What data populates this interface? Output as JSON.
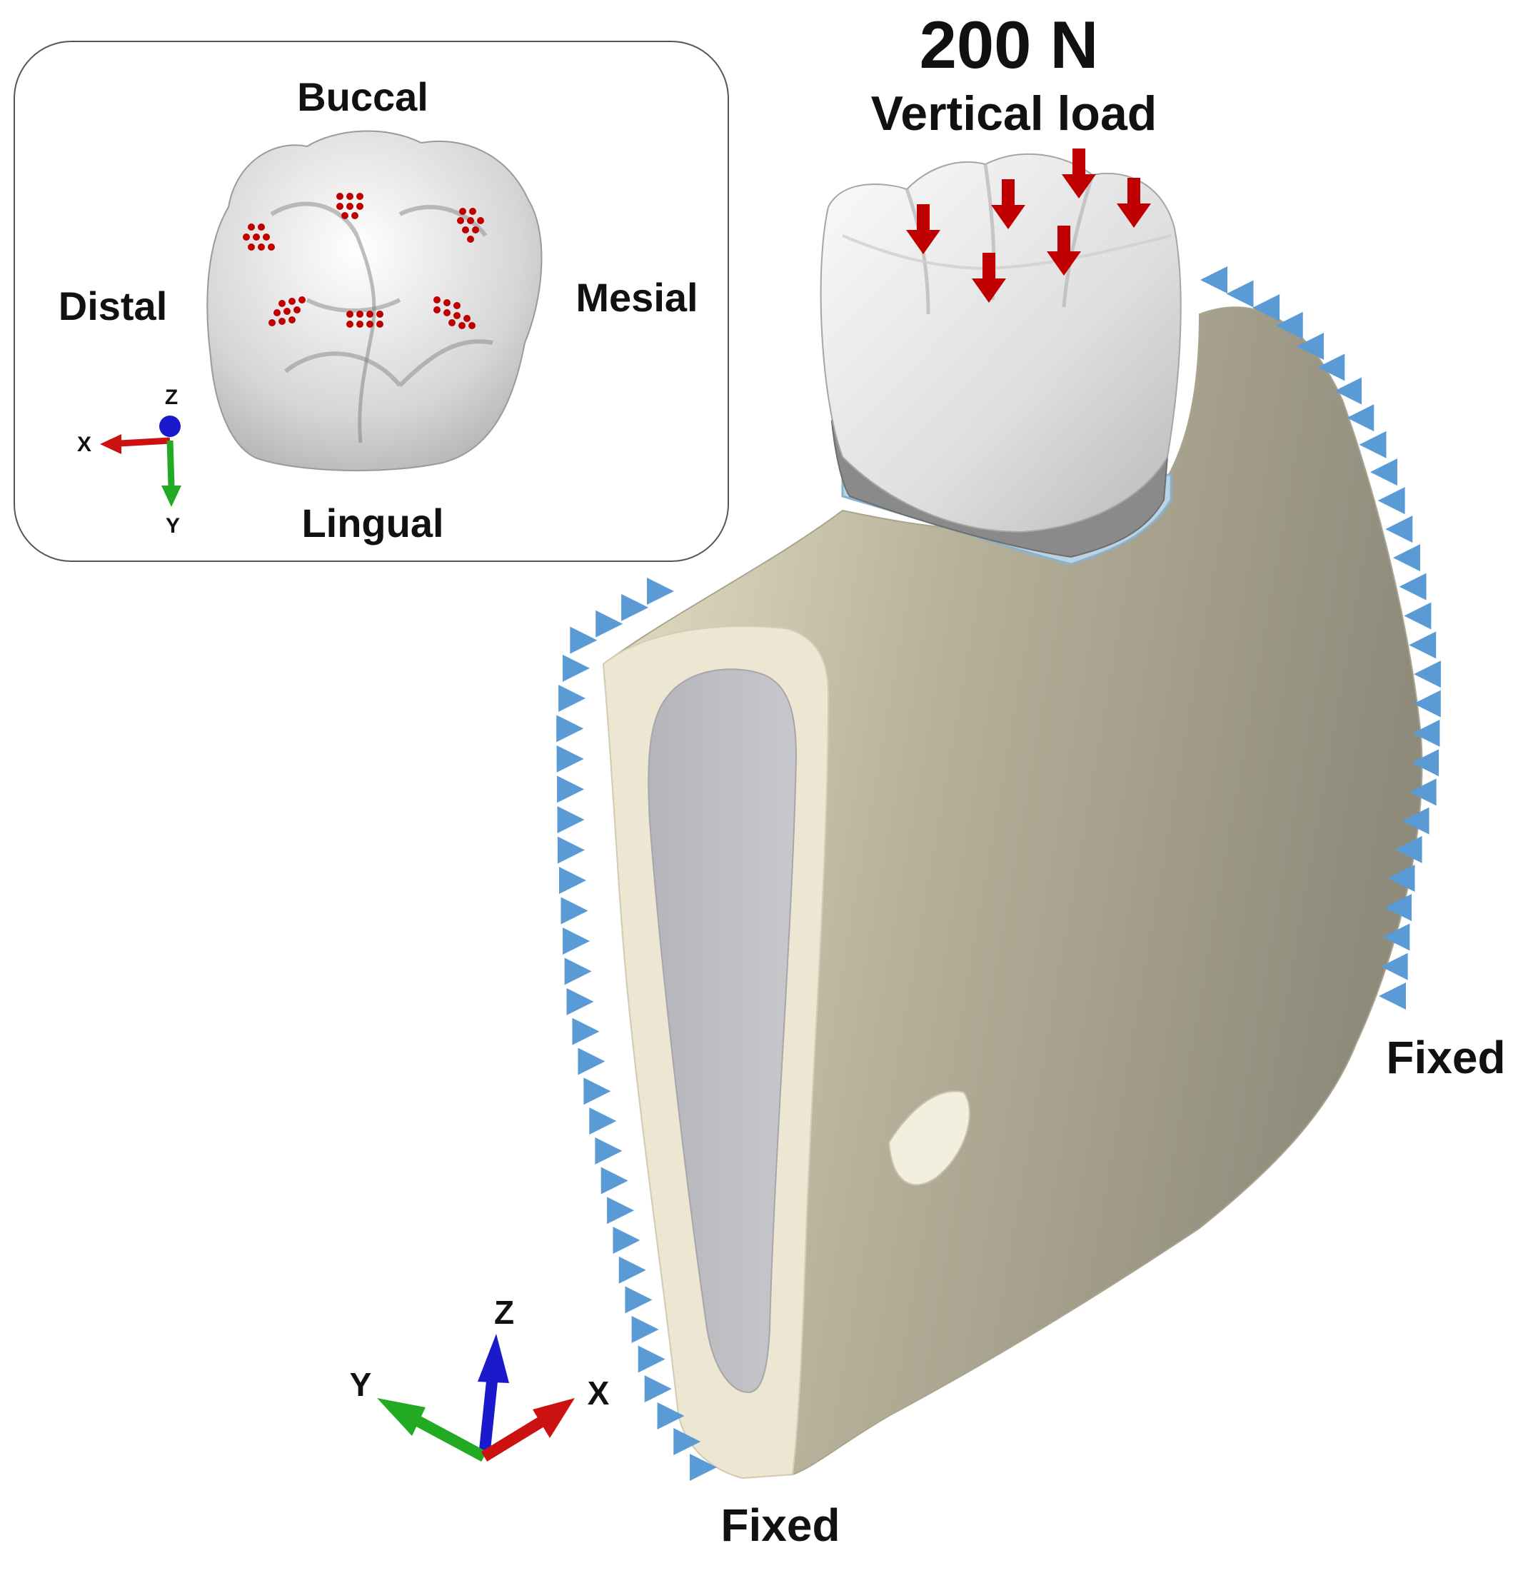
{
  "load": {
    "magnitude": "200 N",
    "type": "Vertical load"
  },
  "boundary": {
    "right_label": "Fixed",
    "bottom_label": "Fixed"
  },
  "inset": {
    "buccal": "Buccal",
    "distal": "Distal",
    "mesial": "Mesial",
    "lingual": "Lingual",
    "axis_x": "X",
    "axis_y": "Y",
    "axis_z": "Z"
  },
  "main_axes": {
    "x": "X",
    "y": "Y",
    "z": "Z"
  },
  "colors": {
    "load_arrow": "#c00000",
    "fixed_marker": "#5b9bd5",
    "bone_cortical": "#ece6d2",
    "bone_cancellous": "#c0c0c4",
    "crown": "#e4e4e4",
    "axis_x": "#cc1111",
    "axis_y": "#22aa22",
    "axis_z": "#1a1acc"
  },
  "icons": [
    "load-arrow-icon",
    "fixed-support-icon",
    "axis-triad-icon"
  ]
}
